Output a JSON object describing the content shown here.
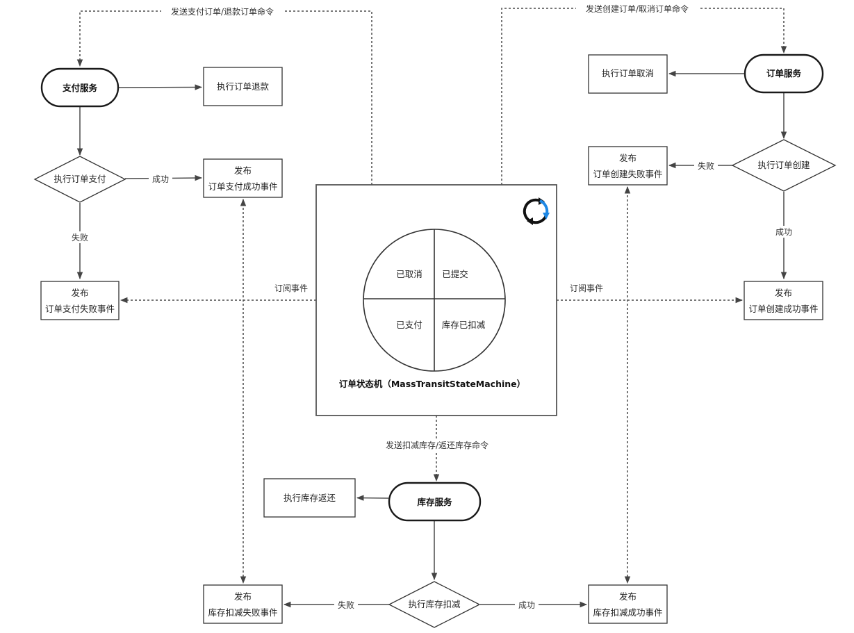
{
  "services": {
    "payment": "支付服务",
    "order": "订单服务",
    "inventory": "库存服务"
  },
  "decisions": {
    "pay": "执行订单支付",
    "create": "执行订单创建",
    "deduct": "执行库存扣减"
  },
  "actions": {
    "refund": "执行订单退款",
    "cancel": "执行订单取消",
    "restock": "执行库存返还"
  },
  "events": {
    "publish": "发布",
    "pay_success": "订单支付成功事件",
    "pay_fail": "订单支付失败事件",
    "create_fail": "订单创建失败事件",
    "create_success": "订单创建成功事件",
    "deduct_fail": "库存扣减失败事件",
    "deduct_success": "库存扣减成功事件"
  },
  "edges": {
    "success": "成功",
    "fail": "失败",
    "subscribe": "订阅事件",
    "cmd_payment": "发送支付订单/退款订单命令",
    "cmd_order": "发送创建订单/取消订单命令",
    "cmd_inventory": "发送扣减库存/返还库存命令"
  },
  "state_machine": {
    "title": "订单状态机（MassTransitStateMachine）",
    "states": {
      "cancelled": "已取消",
      "submitted": "已提交",
      "paid": "已支付",
      "deducted": "库存已扣减"
    },
    "icon": "refresh-cycle-icon",
    "icon_colors": {
      "dark": "#111111",
      "blue": "#1e88e5"
    }
  }
}
